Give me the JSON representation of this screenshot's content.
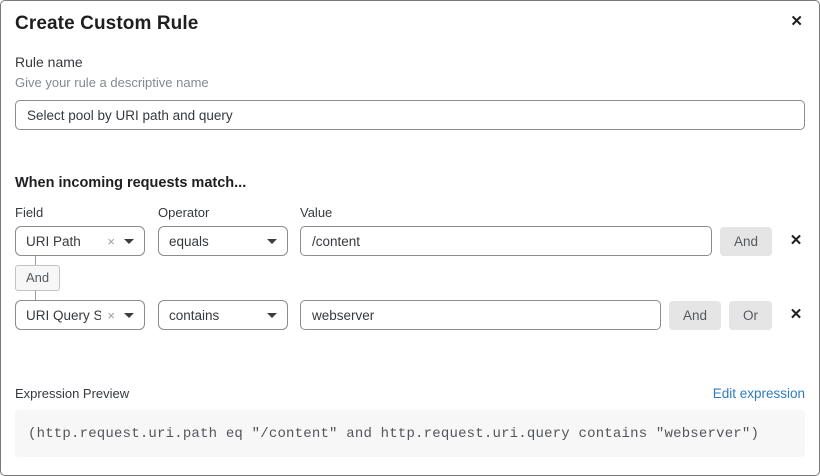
{
  "modal": {
    "title": "Create Custom Rule"
  },
  "icons": {
    "close": "✕",
    "clear": "×",
    "remove_row": "✕"
  },
  "rule_name": {
    "label": "Rule name",
    "hint": "Give your rule a descriptive name",
    "value": "Select pool by URI path and query"
  },
  "matcher": {
    "heading": "When incoming requests match...",
    "columns": {
      "field": "Field",
      "operator": "Operator",
      "value": "Value"
    },
    "connector": "And",
    "rows": [
      {
        "field": "URI Path",
        "operator": "equals",
        "value": "/content",
        "and_label": "And"
      },
      {
        "field": "URI Query St...",
        "operator": "contains",
        "value": "webserver",
        "and_label": "And",
        "or_label": "Or"
      }
    ]
  },
  "expression": {
    "label": "Expression Preview",
    "edit_link": "Edit expression",
    "code": "(http.request.uri.path eq \"/content\" and http.request.uri.query contains \"webserver\")"
  },
  "colors": {
    "link_blue": "#2f7cbf",
    "button_gray": "#e5e5e6",
    "code_background": "#f7f7f8",
    "input_border": "#8c8c8c"
  }
}
